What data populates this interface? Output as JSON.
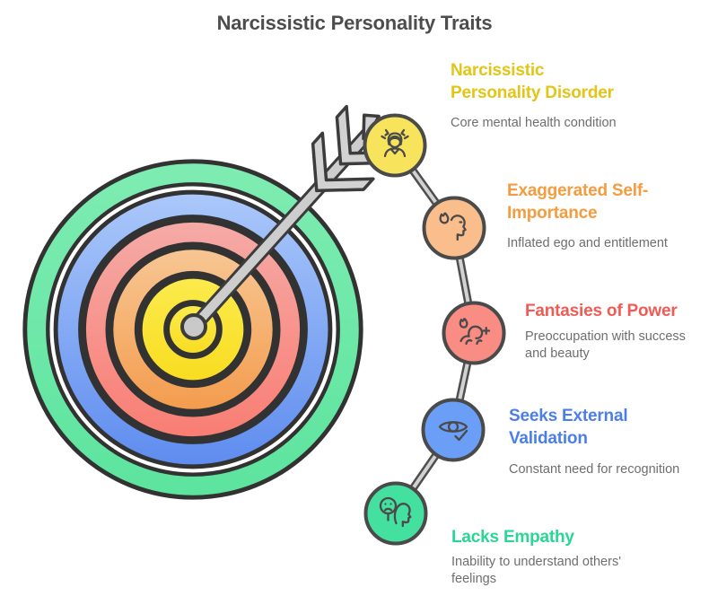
{
  "title": "Narcissistic Personality Traits",
  "items": [
    {
      "id": "npd",
      "heading": "Narcissistic\nPersonality Disorder",
      "description": "Core mental health condition",
      "icon": "stressed-person-icon",
      "circle_color": "#F7E45C",
      "heading_color": "#E2C517"
    },
    {
      "id": "self-importance",
      "heading": "Exaggerated Self-\nImportance",
      "description": "Inflated ego and entitlement",
      "icon": "flaming-ego-head-icon",
      "circle_color": "#FABE8C",
      "heading_color": "#F49C3F"
    },
    {
      "id": "fantasies-of-power",
      "heading": "Fantasies of Power",
      "description": "Preoccupation with success\nand beauty",
      "icon": "power-fantasy-icon",
      "circle_color": "#F98C83",
      "heading_color": "#F15B55"
    },
    {
      "id": "external-validation",
      "heading": "Seeks External\nValidation",
      "description": "Constant need for recognition",
      "icon": "eye-check-icon",
      "circle_color": "#6B9EF6",
      "heading_color": "#4C7EE8"
    },
    {
      "id": "lacks-empathy",
      "heading": "Lacks Empathy",
      "description": "Inability to understand others'\nfeelings",
      "icon": "sad-face-head-icon",
      "circle_color": "#43E0A0",
      "heading_color": "#2AD694"
    }
  ],
  "target_graphic": {
    "rings": [
      {
        "name": "green",
        "top": "#7FECB2",
        "bottom": "#5CE49E"
      },
      {
        "name": "blue",
        "top": "#ABC8FA",
        "bottom": "#5E8CEF"
      },
      {
        "name": "red",
        "top": "#F5ABA7",
        "bottom": "#F97D73"
      },
      {
        "name": "orange",
        "top": "#F7C794",
        "bottom": "#F49B4D"
      },
      {
        "name": "yellow",
        "top": "#FBEB4E",
        "bottom": "#F8DC1F"
      }
    ],
    "outline_color": "#323232",
    "arrow_color": "#D2D2D2"
  },
  "connector_color": "#9B9B9B",
  "title_color": "#4D4D4D",
  "description_color": "#6E6E6E"
}
